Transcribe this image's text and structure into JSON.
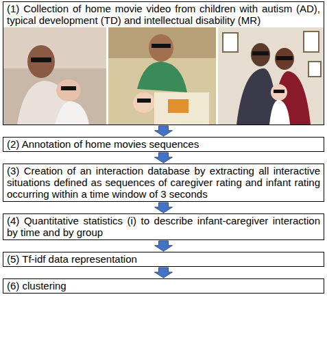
{
  "diagram": {
    "nodes": [
      {
        "text": [
          "(1) Collection of home movie video from children with autism (AD), typical development (TD) and intellectual disability (MR)"
        ]
      },
      {
        "text": [
          "(2) Annotation of home movies sequences"
        ]
      },
      {
        "text": [
          "(3) Creation of an interaction database by extracting all interactive situations defined as sequences of caregiver rating and infant rating occurring within a time window of 3 seconds"
        ]
      },
      {
        "text": [
          "(4) Quantitative statistics (i) to describe infant-caregiver interaction by time and by group"
        ]
      },
      {
        "text": [
          "(5) Tf-idf data representation"
        ]
      },
      {
        "text": [
          "(6) clustering"
        ]
      }
    ],
    "edges": [
      {
        "from": 0,
        "to": 1,
        "arrow": "to"
      },
      {
        "from": 1,
        "to": 2,
        "arrow": "to"
      },
      {
        "from": 2,
        "to": 3,
        "arrow": "to"
      },
      {
        "from": 3,
        "to": 4,
        "arrow": "to"
      },
      {
        "from": 4,
        "to": 5,
        "arrow": "to"
      }
    ]
  }
}
